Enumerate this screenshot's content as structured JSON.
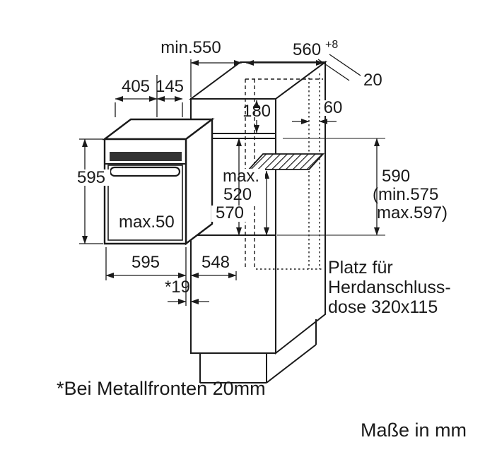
{
  "title": "Built-in oven installation drawing",
  "dims": {
    "niche_depth": "min.550",
    "niche_width": "560",
    "niche_width_sup": "+8",
    "wall_gap": "20",
    "top_a": "405",
    "top_b": "145",
    "vent": "180",
    "channel": "60",
    "oven_height": "595",
    "max_prefix": "max.",
    "max_value": "520",
    "inner_depth": "570",
    "niche_height": "590",
    "niche_height_min": "(min.575",
    "niche_height_max": "max.597)",
    "handle": "max.50",
    "oven_width": "595",
    "oven_depth": "548",
    "front_gap": "*19"
  },
  "notes": {
    "socket_l1": "Platz für",
    "socket_l2": "Herdanschluss-",
    "socket_l3": "dose 320x115",
    "footnote": "*Bei Metallfronten 20mm",
    "units": "Maße in mm"
  },
  "colors": {
    "line": "#1a1a1a",
    "background": "#ffffff"
  }
}
